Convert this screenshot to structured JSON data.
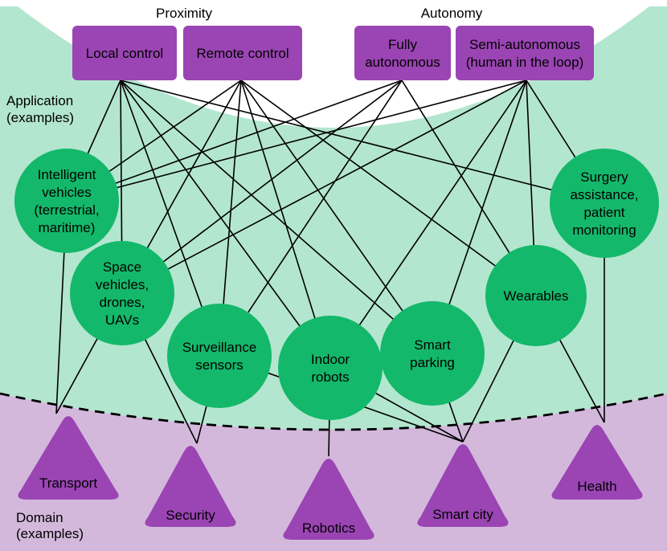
{
  "colors": {
    "application_band": "#b3e6cf",
    "domain_band": "#d3b8dc",
    "node_fill": "#14b86a",
    "box_fill": "#9a45b3",
    "edge": "#000000"
  },
  "headers": {
    "proximity": "Proximity",
    "autonomy": "Autonomy"
  },
  "side_labels": {
    "application": [
      "Application",
      "(examples)"
    ],
    "domain": [
      "Domain",
      "(examples)"
    ]
  },
  "top_boxes": [
    {
      "id": "local",
      "lines": [
        "Local control"
      ]
    },
    {
      "id": "remote",
      "lines": [
        "Remote control"
      ]
    },
    {
      "id": "fully",
      "lines": [
        "Fully",
        "autonomous"
      ]
    },
    {
      "id": "semi",
      "lines": [
        "Semi-autonomous",
        "(human in the loop)"
      ]
    }
  ],
  "applications": [
    {
      "id": "vehicles",
      "lines": [
        "Intelligent",
        "vehicles",
        "(terrestrial,",
        "maritime)"
      ]
    },
    {
      "id": "space",
      "lines": [
        "Space",
        "vehicles,",
        "drones,",
        "UAVs"
      ]
    },
    {
      "id": "surveillance",
      "lines": [
        "Surveillance",
        "sensors"
      ]
    },
    {
      "id": "indoor",
      "lines": [
        "Indoor",
        "robots"
      ]
    },
    {
      "id": "parking",
      "lines": [
        "Smart",
        "parking"
      ]
    },
    {
      "id": "wearables",
      "lines": [
        "Wearables"
      ]
    },
    {
      "id": "surgery",
      "lines": [
        "Surgery",
        "assistance,",
        "patient",
        "monitoring"
      ]
    }
  ],
  "domains": [
    {
      "id": "transport",
      "label": "Transport"
    },
    {
      "id": "security",
      "label": "Security"
    },
    {
      "id": "robotics",
      "label": "Robotics"
    },
    {
      "id": "smartcity",
      "label": "Smart city"
    },
    {
      "id": "health",
      "label": "Health"
    }
  ],
  "edges": [
    [
      "local",
      "vehicles"
    ],
    [
      "local",
      "space"
    ],
    [
      "local",
      "surveillance"
    ],
    [
      "local",
      "indoor"
    ],
    [
      "local",
      "parking"
    ],
    [
      "local",
      "surgery"
    ],
    [
      "remote",
      "vehicles"
    ],
    [
      "remote",
      "space"
    ],
    [
      "remote",
      "surveillance"
    ],
    [
      "remote",
      "indoor"
    ],
    [
      "remote",
      "parking"
    ],
    [
      "remote",
      "wearables"
    ],
    [
      "fully",
      "vehicles"
    ],
    [
      "fully",
      "space"
    ],
    [
      "fully",
      "surveillance"
    ],
    [
      "fully",
      "wearables"
    ],
    [
      "semi",
      "vehicles"
    ],
    [
      "semi",
      "space"
    ],
    [
      "semi",
      "indoor"
    ],
    [
      "semi",
      "parking"
    ],
    [
      "semi",
      "wearables"
    ],
    [
      "semi",
      "surgery"
    ],
    [
      "vehicles",
      "transport"
    ],
    [
      "space",
      "transport"
    ],
    [
      "space",
      "security"
    ],
    [
      "surveillance",
      "security"
    ],
    [
      "surveillance",
      "smartcity"
    ],
    [
      "indoor",
      "robotics"
    ],
    [
      "indoor",
      "smartcity"
    ],
    [
      "parking",
      "smartcity"
    ],
    [
      "wearables",
      "smartcity"
    ],
    [
      "wearables",
      "health"
    ],
    [
      "surgery",
      "health"
    ]
  ]
}
